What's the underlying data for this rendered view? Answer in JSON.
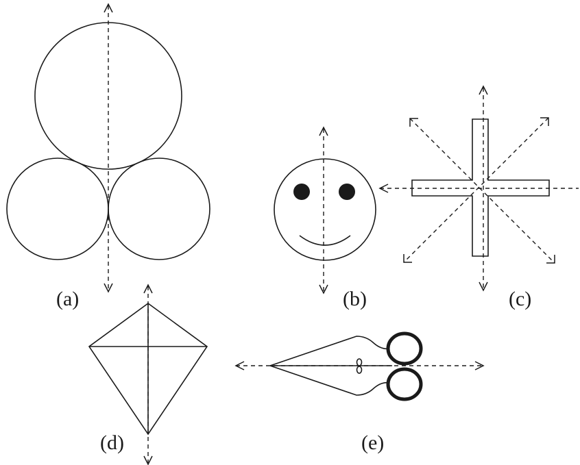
{
  "figures": [
    {
      "id": "a",
      "label": "(a)"
    },
    {
      "id": "b",
      "label": "(b)"
    },
    {
      "id": "c",
      "label": "(c)"
    },
    {
      "id": "d",
      "label": "(d)"
    },
    {
      "id": "e",
      "label": "(e)"
    }
  ],
  "colors": {
    "stroke": "#1a1a1a",
    "background": "#ffffff"
  }
}
